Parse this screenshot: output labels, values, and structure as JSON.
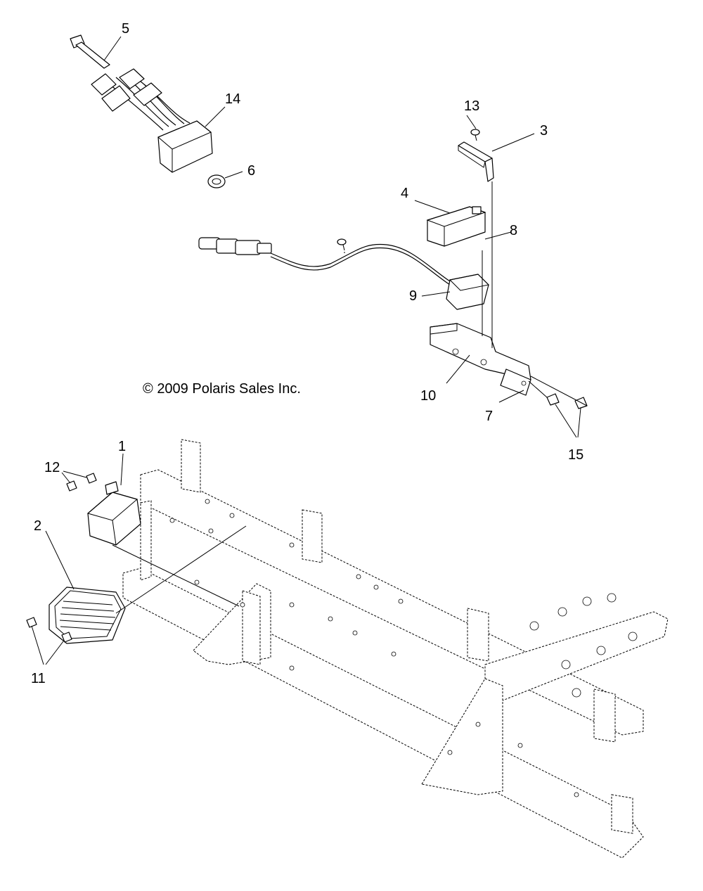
{
  "copyright": "2009 Polaris Sales Inc.",
  "copyright_symbol": "©",
  "callouts": {
    "c1": "1",
    "c2": "2",
    "c3": "3",
    "c4": "4",
    "c5": "5",
    "c6": "6",
    "c7": "7",
    "c8": "8",
    "c9": "9",
    "c10": "10",
    "c11": "11",
    "c12": "12",
    "c13": "13",
    "c14": "14",
    "c15": "15"
  }
}
